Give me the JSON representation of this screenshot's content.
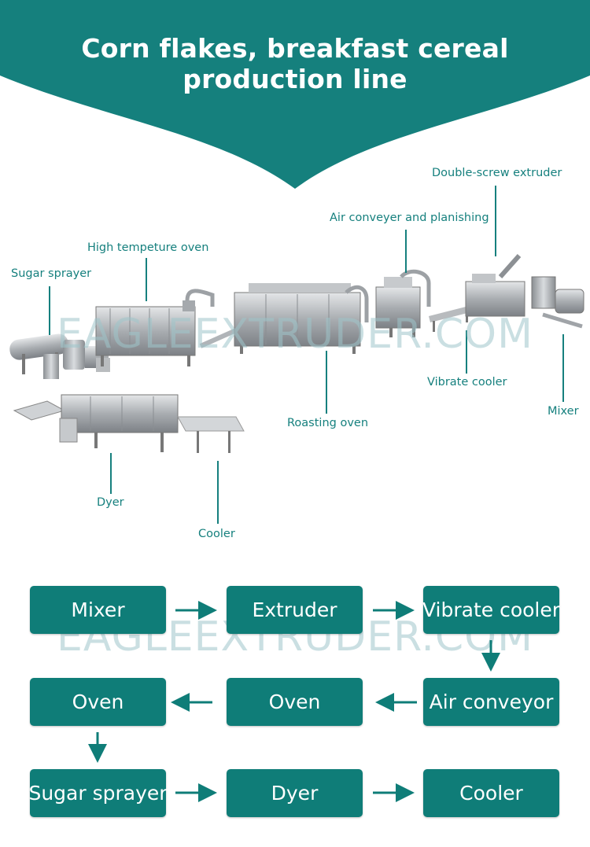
{
  "header": {
    "title": "Corn flakes, breakfast cereal production line",
    "color": "#15807d"
  },
  "watermark": "EAGLEEXTRUDER.COM",
  "machine_labels": {
    "double_screw_extruder": "Double-screw extruder",
    "air_conveyer": "Air conveyer and planishing",
    "high_temp_oven": "High tempeture oven",
    "sugar_sprayer": "Sugar sprayer",
    "vibrate_cooler": "Vibrate cooler",
    "mixer": "Mixer",
    "roasting_oven": "Roasting oven",
    "dyer": "Dyer",
    "cooler": "Cooler"
  },
  "flow": {
    "box_color": "#0f7d78",
    "steps": [
      "Mixer",
      "Extruder",
      "Vibrate cooler",
      "Oven",
      "Oven",
      "Air conveyor",
      "Sugar sprayer",
      "Dyer",
      "Cooler"
    ]
  }
}
